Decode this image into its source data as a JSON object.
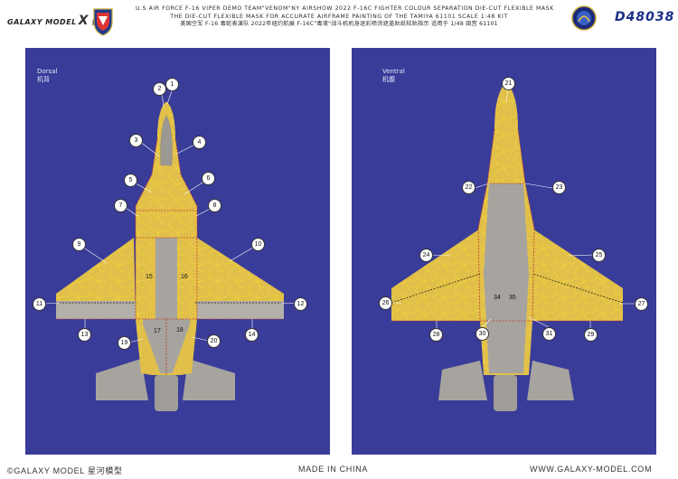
{
  "header": {
    "brand": "GALAXY MODEL",
    "brand_x": "X",
    "brand_cn": "银河",
    "line1": "U.S AIR FORCE F-16 VIPER DEMO TEAM\"VENOM\"NY AIRSHOW 2022 F-16C FIGHTER COLOUR SEPARATION DIE-CUT FLEXIBLE MASK",
    "line2": "THE DIE-CUT FLEXIBLE MASK FOR ACCURATE AIRFRAME PAINTING OF THE TAMIYA 61101 SCALE 1:48 KIT",
    "line3": "美国空军 F-16 毒蛇表演队 2022年纽约航展 F-16C\"毒液\"战斗机机身迷彩喷涂遮盖贴纸粘贴指示 适用于 1/48 田宫 61101",
    "code": "D48038"
  },
  "dorsal": {
    "label_en": "Dorsal",
    "label_cn": "机背"
  },
  "ventral": {
    "label_en": "Ventral",
    "label_cn": "机腹"
  },
  "callouts": {
    "c1": "1",
    "c2": "2",
    "c3": "3",
    "c4": "4",
    "c5": "5",
    "c6": "6",
    "c7": "7",
    "c8": "8",
    "c9": "9",
    "c10": "10",
    "c11": "11",
    "c12": "12",
    "c13": "13",
    "c14": "14",
    "c15": "15",
    "c16": "16",
    "c17": "17",
    "c18": "18",
    "c19": "19",
    "c20": "20",
    "c21": "21",
    "c22": "22",
    "c23": "23",
    "c24": "24",
    "c25": "25",
    "c26": "26",
    "c27": "27",
    "c28": "28",
    "c29": "29",
    "c30": "30",
    "c31": "31",
    "c34": "34",
    "c35": "35"
  },
  "footer": {
    "copyright": "©GALAXY MODEL 星河模型",
    "made": "MADE IN CHINA",
    "url": "WWW.GALAXY-MODEL.COM"
  },
  "colors": {
    "panel": "#3a3c99",
    "airframe": "#a7a49f",
    "yellow": "#e6c24a",
    "mask_line": "#f2d23a",
    "dash": "#c0392b",
    "code": "#1b2f8a"
  }
}
